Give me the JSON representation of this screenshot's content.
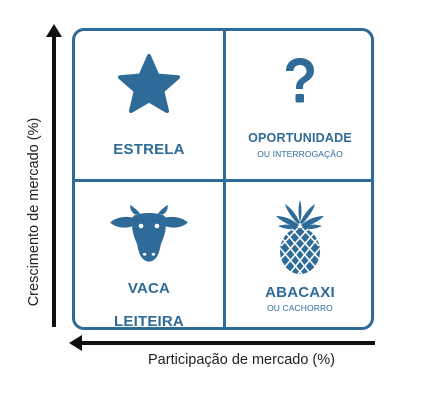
{
  "axes": {
    "y_label": "Crescimento de mercado (%)",
    "x_label": "Participação de mercado (%)"
  },
  "quadrants": {
    "top_left": {
      "title": "ESTRELA",
      "icon": "star-icon"
    },
    "top_right": {
      "title": "OPORTUNIDADE",
      "subtitle": "OU INTERROGAÇÃO",
      "icon": "question-mark-icon"
    },
    "bottom_left": {
      "title_line1": "VACA",
      "title_line2": "LEITEIRA",
      "icon": "cow-icon"
    },
    "bottom_right": {
      "title": "ABACAXI",
      "subtitle": "OU CACHORRO",
      "icon": "pineapple-icon"
    }
  },
  "colors": {
    "accent": "#2f6b99",
    "axis": "#111111",
    "label": "#222222"
  }
}
